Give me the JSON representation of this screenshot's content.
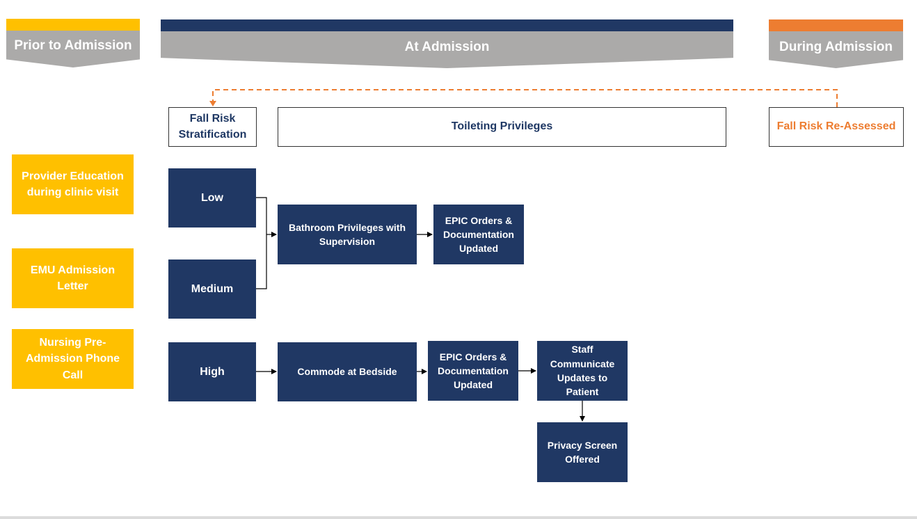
{
  "phases": {
    "prior": {
      "label": "Prior to Admission",
      "accent": "#ffc000"
    },
    "at": {
      "label": "At Admission",
      "accent": "#203864"
    },
    "during": {
      "label": "During Admission",
      "accent": "#ed7d31"
    }
  },
  "headers": {
    "fall_risk_stratification": "Fall Risk Stratification",
    "toileting_privileges": "Toileting Privileges",
    "fall_risk_reassessed": "Fall Risk Re-Assessed"
  },
  "prior_steps": [
    "Provider Education during clinic visit",
    "EMU Admission Letter",
    "Nursing Pre-Admission Phone Call"
  ],
  "risk_levels": {
    "low": "Low",
    "medium": "Medium",
    "high": "High"
  },
  "low_medium_path": {
    "privilege": "Bathroom Privileges with Supervision",
    "orders": "EPIC Orders & Documentation Updated"
  },
  "high_path": {
    "privilege": "Commode at Bedside",
    "orders": "EPIC Orders & Documentation Updated",
    "communicate": "Staff Communicate Updates to Patient",
    "privacy": "Privacy Screen Offered"
  },
  "colors": {
    "navy": "#203864",
    "gold": "#ffc000",
    "orange": "#ed7d31",
    "gray": "#abaaa9",
    "header_text": "#1f3864"
  }
}
